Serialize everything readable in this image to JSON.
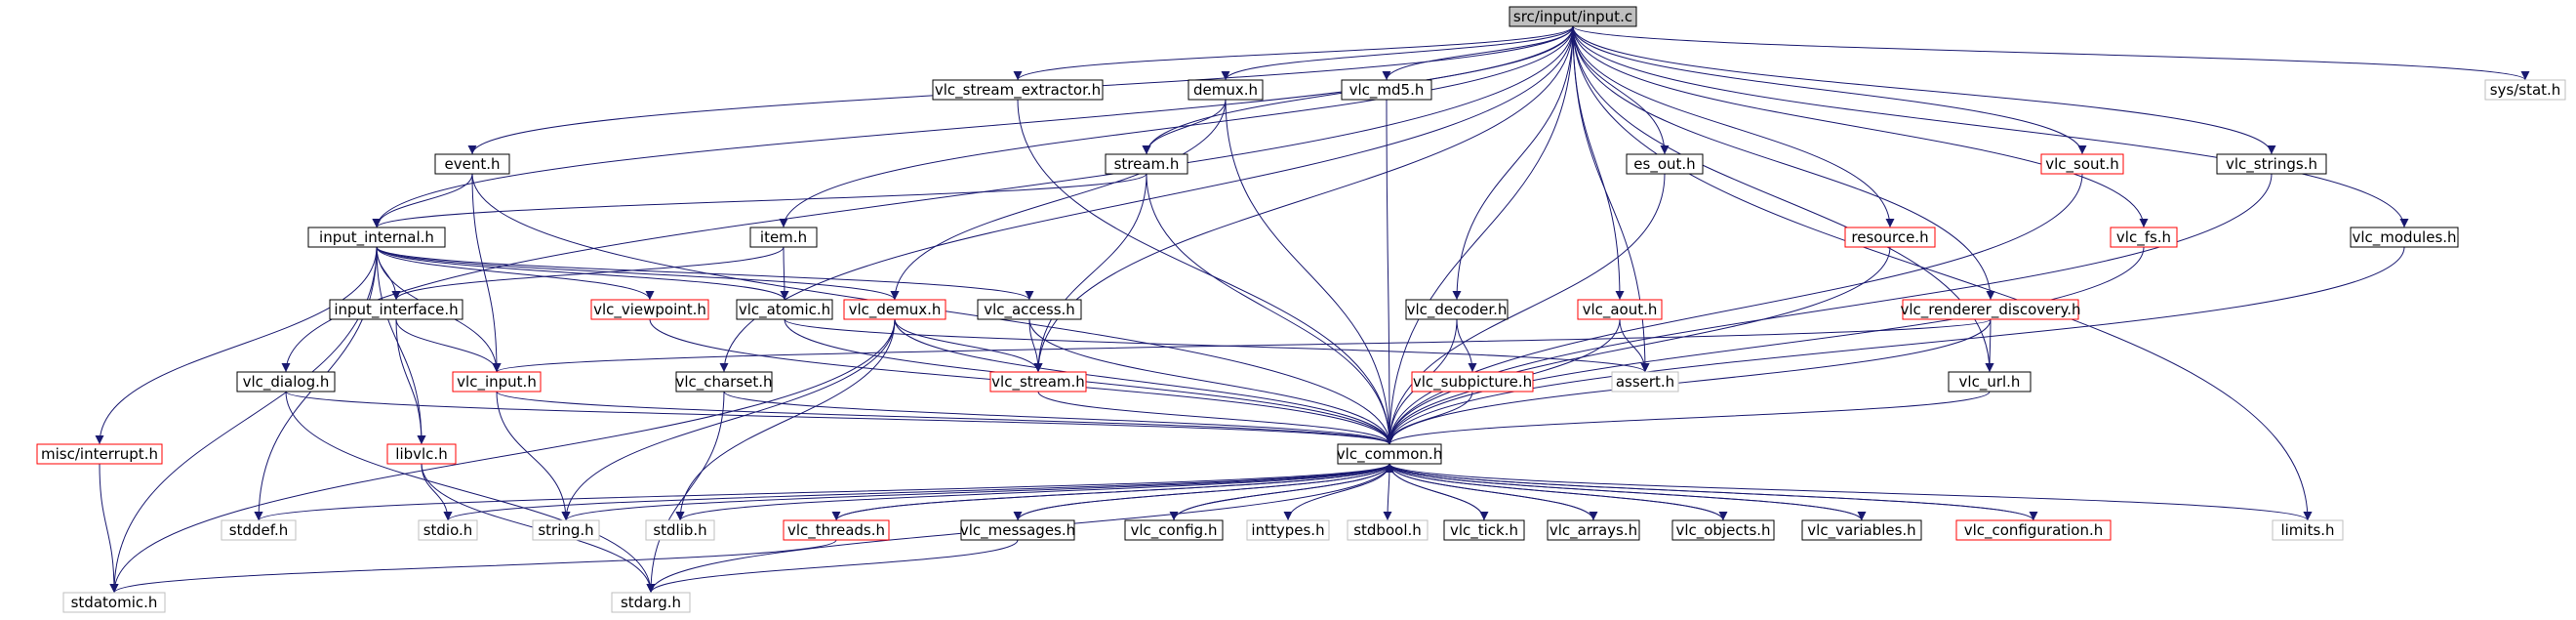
{
  "colors": {
    "edge": "#191970",
    "border_normal": "#000000",
    "border_missing": "#ff0000",
    "border_system": "#bfbfbf",
    "root_fill": "#bfbfbf",
    "fill": "#ffffff"
  },
  "nodes": [
    {
      "id": "root",
      "label": "src/input/input.c",
      "kind": "root"
    },
    {
      "id": "vlc_stream_extractor",
      "label": "vlc_stream_extractor.h",
      "kind": "normal"
    },
    {
      "id": "demux",
      "label": "demux.h",
      "kind": "normal"
    },
    {
      "id": "vlc_md5",
      "label": "vlc_md5.h",
      "kind": "normal"
    },
    {
      "id": "sys_stat",
      "label": "sys/stat.h",
      "kind": "system"
    },
    {
      "id": "event",
      "label": "event.h",
      "kind": "normal"
    },
    {
      "id": "stream",
      "label": "stream.h",
      "kind": "normal"
    },
    {
      "id": "es_out",
      "label": "es_out.h",
      "kind": "normal"
    },
    {
      "id": "vlc_sout",
      "label": "vlc_sout.h",
      "kind": "missing"
    },
    {
      "id": "vlc_strings",
      "label": "vlc_strings.h",
      "kind": "normal"
    },
    {
      "id": "input_internal",
      "label": "input_internal.h",
      "kind": "normal"
    },
    {
      "id": "item",
      "label": "item.h",
      "kind": "normal"
    },
    {
      "id": "resource",
      "label": "resource.h",
      "kind": "missing"
    },
    {
      "id": "vlc_fs",
      "label": "vlc_fs.h",
      "kind": "missing"
    },
    {
      "id": "vlc_modules",
      "label": "vlc_modules.h",
      "kind": "normal"
    },
    {
      "id": "input_interface",
      "label": "input_interface.h",
      "kind": "normal"
    },
    {
      "id": "vlc_viewpoint",
      "label": "vlc_viewpoint.h",
      "kind": "missing"
    },
    {
      "id": "vlc_atomic",
      "label": "vlc_atomic.h",
      "kind": "normal"
    },
    {
      "id": "vlc_demux",
      "label": "vlc_demux.h",
      "kind": "missing"
    },
    {
      "id": "vlc_access",
      "label": "vlc_access.h",
      "kind": "normal"
    },
    {
      "id": "vlc_decoder",
      "label": "vlc_decoder.h",
      "kind": "normal"
    },
    {
      "id": "vlc_aout",
      "label": "vlc_aout.h",
      "kind": "missing"
    },
    {
      "id": "vlc_renderer_discovery",
      "label": "vlc_renderer_discovery.h",
      "kind": "missing"
    },
    {
      "id": "vlc_dialog",
      "label": "vlc_dialog.h",
      "kind": "normal"
    },
    {
      "id": "vlc_input",
      "label": "vlc_input.h",
      "kind": "missing"
    },
    {
      "id": "vlc_charset",
      "label": "vlc_charset.h",
      "kind": "normal"
    },
    {
      "id": "vlc_stream",
      "label": "vlc_stream.h",
      "kind": "missing"
    },
    {
      "id": "vlc_subpicture",
      "label": "vlc_subpicture.h",
      "kind": "missing"
    },
    {
      "id": "assert",
      "label": "assert.h",
      "kind": "system"
    },
    {
      "id": "vlc_url",
      "label": "vlc_url.h",
      "kind": "normal"
    },
    {
      "id": "misc_interrupt",
      "label": "misc/interrupt.h",
      "kind": "missing"
    },
    {
      "id": "libvlc",
      "label": "libvlc.h",
      "kind": "missing"
    },
    {
      "id": "vlc_common",
      "label": "vlc_common.h",
      "kind": "normal"
    },
    {
      "id": "stddef",
      "label": "stddef.h",
      "kind": "system"
    },
    {
      "id": "stdio",
      "label": "stdio.h",
      "kind": "system"
    },
    {
      "id": "string",
      "label": "string.h",
      "kind": "system"
    },
    {
      "id": "stdlib",
      "label": "stdlib.h",
      "kind": "system"
    },
    {
      "id": "vlc_threads",
      "label": "vlc_threads.h",
      "kind": "missing"
    },
    {
      "id": "vlc_messages",
      "label": "vlc_messages.h",
      "kind": "normal"
    },
    {
      "id": "vlc_config",
      "label": "vlc_config.h",
      "kind": "normal"
    },
    {
      "id": "inttypes",
      "label": "inttypes.h",
      "kind": "system"
    },
    {
      "id": "stdbool",
      "label": "stdbool.h",
      "kind": "system"
    },
    {
      "id": "vlc_tick",
      "label": "vlc_tick.h",
      "kind": "normal"
    },
    {
      "id": "vlc_arrays",
      "label": "vlc_arrays.h",
      "kind": "normal"
    },
    {
      "id": "vlc_objects",
      "label": "vlc_objects.h",
      "kind": "normal"
    },
    {
      "id": "vlc_variables",
      "label": "vlc_variables.h",
      "kind": "normal"
    },
    {
      "id": "vlc_configuration",
      "label": "vlc_configuration.h",
      "kind": "missing"
    },
    {
      "id": "limits",
      "label": "limits.h",
      "kind": "system"
    },
    {
      "id": "stdatomic",
      "label": "stdatomic.h",
      "kind": "system"
    },
    {
      "id": "stdarg",
      "label": "stdarg.h",
      "kind": "system"
    }
  ],
  "edges": [
    [
      "root",
      "vlc_stream_extractor"
    ],
    [
      "root",
      "demux"
    ],
    [
      "root",
      "vlc_md5"
    ],
    [
      "root",
      "sys_stat"
    ],
    [
      "root",
      "event"
    ],
    [
      "root",
      "stream"
    ],
    [
      "root",
      "es_out"
    ],
    [
      "root",
      "vlc_sout"
    ],
    [
      "root",
      "vlc_strings"
    ],
    [
      "root",
      "input_internal"
    ],
    [
      "root",
      "item"
    ],
    [
      "root",
      "resource"
    ],
    [
      "root",
      "vlc_fs"
    ],
    [
      "root",
      "vlc_modules"
    ],
    [
      "root",
      "vlc_decoder"
    ],
    [
      "root",
      "vlc_aout"
    ],
    [
      "root",
      "vlc_renderer_discovery"
    ],
    [
      "root",
      "vlc_dialog"
    ],
    [
      "root",
      "vlc_charset"
    ],
    [
      "root",
      "vlc_stream"
    ],
    [
      "root",
      "assert"
    ],
    [
      "root",
      "vlc_url"
    ],
    [
      "root",
      "vlc_common"
    ],
    [
      "root",
      "limits"
    ],
    [
      "vlc_stream_extractor",
      "vlc_common"
    ],
    [
      "demux",
      "stream"
    ],
    [
      "demux",
      "vlc_demux"
    ],
    [
      "demux",
      "vlc_common"
    ],
    [
      "vlc_md5",
      "vlc_common"
    ],
    [
      "event",
      "input_internal"
    ],
    [
      "event",
      "vlc_input"
    ],
    [
      "event",
      "vlc_common"
    ],
    [
      "stream",
      "input_internal"
    ],
    [
      "stream",
      "vlc_stream"
    ],
    [
      "stream",
      "vlc_common"
    ],
    [
      "es_out",
      "vlc_common"
    ],
    [
      "vlc_sout",
      "vlc_common"
    ],
    [
      "vlc_strings",
      "vlc_common"
    ],
    [
      "input_internal",
      "input_interface"
    ],
    [
      "input_internal",
      "vlc_viewpoint"
    ],
    [
      "input_internal",
      "vlc_atomic"
    ],
    [
      "input_internal",
      "vlc_demux"
    ],
    [
      "input_internal",
      "vlc_access"
    ],
    [
      "input_internal",
      "vlc_input"
    ],
    [
      "input_internal",
      "misc_interrupt"
    ],
    [
      "input_internal",
      "libvlc"
    ],
    [
      "input_internal",
      "stddef"
    ],
    [
      "input_internal",
      "stdatomic"
    ],
    [
      "item",
      "input_interface"
    ],
    [
      "item",
      "vlc_atomic"
    ],
    [
      "resource",
      "vlc_common"
    ],
    [
      "vlc_fs",
      "vlc_common"
    ],
    [
      "vlc_modules",
      "vlc_common"
    ],
    [
      "input_interface",
      "vlc_input"
    ],
    [
      "input_interface",
      "libvlc"
    ],
    [
      "vlc_viewpoint",
      "vlc_common"
    ],
    [
      "vlc_atomic",
      "vlc_common"
    ],
    [
      "vlc_atomic",
      "assert"
    ],
    [
      "vlc_demux",
      "vlc_stream"
    ],
    [
      "vlc_demux",
      "vlc_common"
    ],
    [
      "vlc_demux",
      "stdatomic"
    ],
    [
      "vlc_demux",
      "string"
    ],
    [
      "vlc_demux",
      "stdlib"
    ],
    [
      "vlc_access",
      "vlc_stream"
    ],
    [
      "vlc_access",
      "vlc_common"
    ],
    [
      "vlc_decoder",
      "vlc_subpicture"
    ],
    [
      "vlc_decoder",
      "vlc_common"
    ],
    [
      "vlc_aout",
      "assert"
    ],
    [
      "vlc_aout",
      "vlc_common"
    ],
    [
      "vlc_renderer_discovery",
      "vlc_input"
    ],
    [
      "vlc_renderer_discovery",
      "vlc_url"
    ],
    [
      "vlc_renderer_discovery",
      "vlc_common"
    ],
    [
      "vlc_dialog",
      "vlc_common"
    ],
    [
      "vlc_dialog",
      "stdarg"
    ],
    [
      "vlc_input",
      "vlc_common"
    ],
    [
      "vlc_input",
      "string"
    ],
    [
      "vlc_charset",
      "vlc_common"
    ],
    [
      "vlc_charset",
      "stdarg"
    ],
    [
      "vlc_stream",
      "vlc_common"
    ],
    [
      "vlc_subpicture",
      "vlc_common"
    ],
    [
      "vlc_url",
      "vlc_common"
    ],
    [
      "misc_interrupt",
      "stdatomic"
    ],
    [
      "libvlc",
      "stdio"
    ],
    [
      "libvlc",
      "stdarg"
    ],
    [
      "vlc_common",
      "stddef"
    ],
    [
      "vlc_common",
      "stdio"
    ],
    [
      "vlc_common",
      "string"
    ],
    [
      "vlc_common",
      "stdlib"
    ],
    [
      "vlc_common",
      "vlc_threads"
    ],
    [
      "vlc_common",
      "vlc_messages"
    ],
    [
      "vlc_common",
      "vlc_config"
    ],
    [
      "vlc_common",
      "inttypes"
    ],
    [
      "vlc_common",
      "stdbool"
    ],
    [
      "vlc_common",
      "vlc_tick"
    ],
    [
      "vlc_common",
      "vlc_arrays"
    ],
    [
      "vlc_common",
      "vlc_objects"
    ],
    [
      "vlc_common",
      "vlc_variables"
    ],
    [
      "vlc_common",
      "vlc_configuration"
    ],
    [
      "vlc_common",
      "limits"
    ],
    [
      "vlc_common",
      "stdarg"
    ],
    [
      "vlc_threads",
      "vlc_common"
    ],
    [
      "vlc_threads",
      "stdatomic"
    ],
    [
      "vlc_messages",
      "vlc_common"
    ],
    [
      "vlc_messages",
      "stdarg"
    ],
    [
      "vlc_config",
      "vlc_common"
    ],
    [
      "vlc_tick",
      "vlc_common"
    ],
    [
      "vlc_arrays",
      "vlc_common"
    ],
    [
      "vlc_objects",
      "vlc_common"
    ],
    [
      "vlc_variables",
      "vlc_common"
    ],
    [
      "vlc_configuration",
      "vlc_common"
    ]
  ]
}
